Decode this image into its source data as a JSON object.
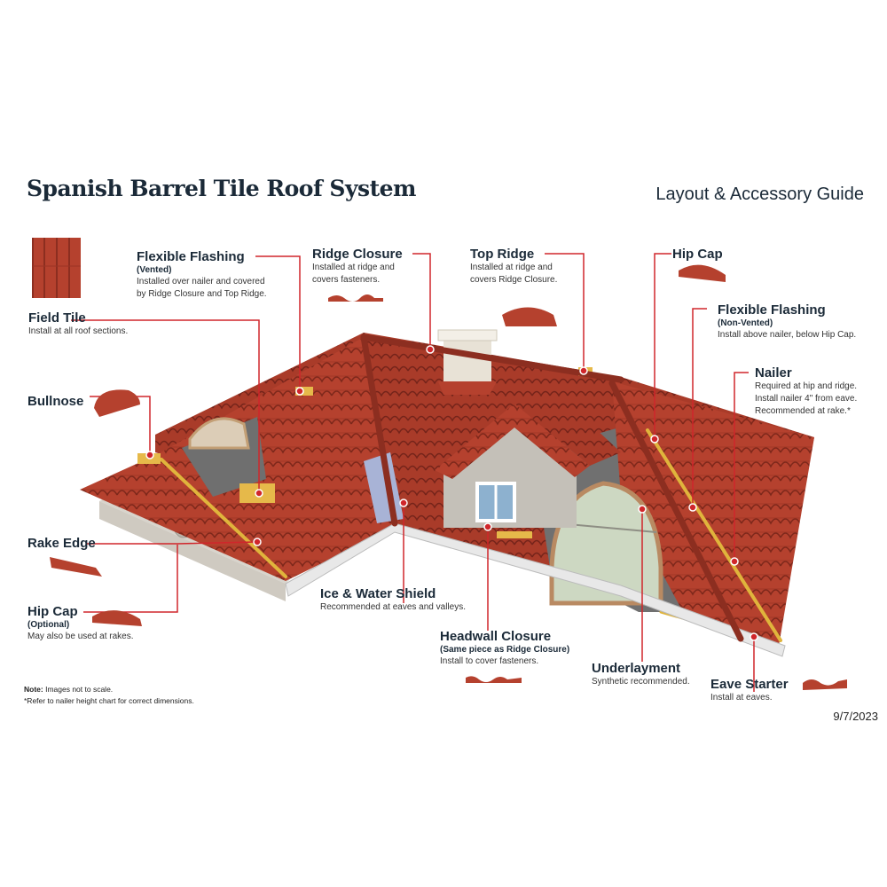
{
  "header": {
    "title": "Spanish Barrel Tile Roof System",
    "subtitle": "Layout & Accessory Guide"
  },
  "callouts": [
    {
      "heading": "Field Tile",
      "sub": "",
      "desc": "Install at all roof sections."
    },
    {
      "heading": "Flexible Flashing",
      "sub": "(Vented)",
      "desc": "Installed over nailer and covered\nby Ridge Closure and Top Ridge."
    },
    {
      "heading": "Ridge Closure",
      "sub": "",
      "desc": "Installed at ridge and\ncovers fasteners."
    },
    {
      "heading": "Top Ridge",
      "sub": "",
      "desc": "Installed at ridge and\ncovers Ridge Closure."
    },
    {
      "heading": "Hip Cap",
      "sub": "",
      "desc": ""
    },
    {
      "heading": "Flexible Flashing",
      "sub": "(Non-Vented)",
      "desc": "Install above nailer, below Hip Cap."
    },
    {
      "heading": "Nailer",
      "sub": "",
      "desc": "Required at hip and ridge.\nInstall nailer 4\" from eave.\nRecommended at rake.*"
    },
    {
      "heading": "Bullnose",
      "sub": "",
      "desc": ""
    },
    {
      "heading": "Rake Edge",
      "sub": "",
      "desc": ""
    },
    {
      "heading": "Hip Cap",
      "sub": "(Optional)",
      "desc": "May also be used at rakes."
    },
    {
      "heading": "Ice & Water Shield",
      "sub": "",
      "desc": "Recommended at eaves and valleys."
    },
    {
      "heading": "Headwall Closure",
      "sub": "(Same piece as Ridge Closure)",
      "desc": "Install to cover fasteners."
    },
    {
      "heading": "Underlayment",
      "sub": "",
      "desc": "Synthetic recommended."
    },
    {
      "heading": "Eave Starter",
      "sub": "",
      "desc": "Install at eaves."
    }
  ],
  "footer": {
    "note_label": "Note:",
    "note_text": " Images not to scale.",
    "note2": "*Refer to nailer height chart for correct dimensions.",
    "date": "9/7/2023"
  },
  "colors": {
    "tile_red": "#b5412e",
    "tile_dark": "#8c2e20",
    "leader_red": "#d0262b",
    "nailer_yellow": "#e0b43c",
    "text_navy": "#1b2a38"
  }
}
